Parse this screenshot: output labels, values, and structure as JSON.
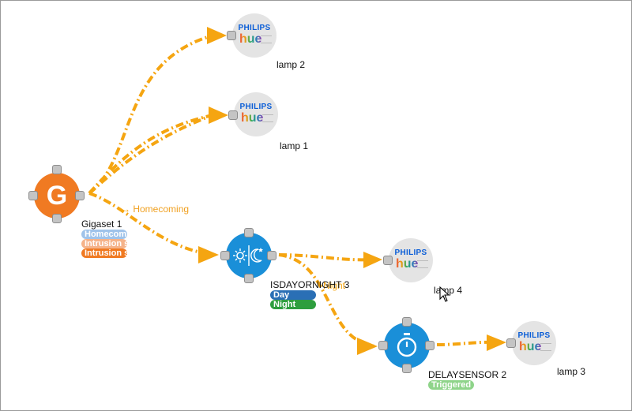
{
  "nodes": {
    "gigaset": {
      "label": "Gigaset 1",
      "glyph": "G",
      "color": "#f07a22",
      "badges": [
        {
          "text": "Homecoming",
          "color": "#9fc3ea"
        },
        {
          "text": "Intrusion started",
          "color": "#f5b38a"
        },
        {
          "text": "Intrusion stopped",
          "color": "#f07a22"
        }
      ]
    },
    "daynight": {
      "label": "ISDAYORNIGHT 3",
      "color": "#1a8fd8",
      "badges": [
        {
          "text": "Day",
          "color": "#2a6fb5"
        },
        {
          "text": "Night",
          "color": "#2e9e3e"
        }
      ]
    },
    "delay": {
      "label": "DELAYSENSOR 2",
      "color": "#1a8fd8",
      "badges": [
        {
          "text": "Triggered",
          "color": "#8fd48a"
        }
      ]
    },
    "lamps": [
      {
        "id": "lamp2",
        "label": "lamp 2",
        "brand": "PHILIPS",
        "product": "hue"
      },
      {
        "id": "lamp1",
        "label": "lamp 1",
        "brand": "PHILIPS",
        "product": "hue"
      },
      {
        "id": "lamp4",
        "label": "lamp 4",
        "brand": "PHILIPS",
        "product": "hue"
      },
      {
        "id": "lamp3",
        "label": "lamp 3",
        "brand": "PHILIPS",
        "product": "hue"
      }
    ]
  },
  "edge_labels": {
    "homecoming": "Homecoming",
    "night": "Night"
  },
  "colors": {
    "edge": "#f5a511",
    "port": "#c4c4c4"
  },
  "icons": {
    "sun_moon": "sun-moon-icon",
    "stopwatch": "stopwatch-icon",
    "cursor": "mouse-cursor-icon"
  }
}
